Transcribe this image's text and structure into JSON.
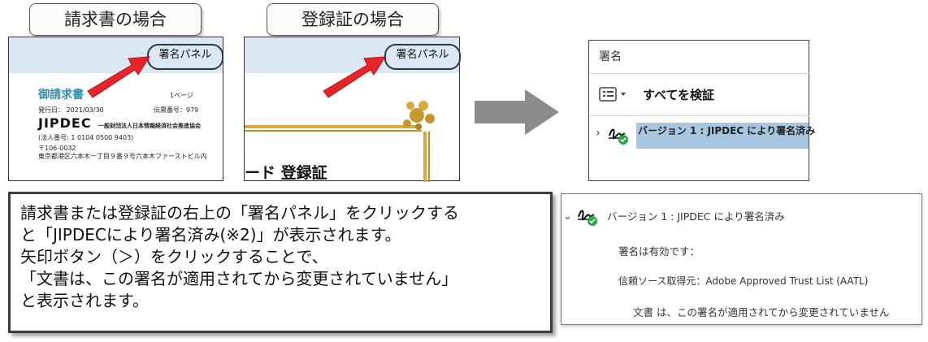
{
  "labels": {
    "invoice_case": "請求書の場合",
    "certificate_case": "登録証の場合"
  },
  "invoice": {
    "signature_panel": "署名パネル",
    "title": "御請求書",
    "page": "1ページ",
    "issue_date": "発行日： 2021/03/30",
    "slip_no": "伝票番号：979",
    "logo": "JIPDEC",
    "org_name": "一般財団法人日本情報経済社会推進協会",
    "corp_no": "(法人番号: 1 0104 0500 9403)",
    "postal": "〒106-0032",
    "address": "東京都港区六本木一丁目９番９号六本木ファーストビル内"
  },
  "certificate": {
    "signature_panel": "署名パネル",
    "title_text": "ード 登録証"
  },
  "acrobat": {
    "panel_title": "署名",
    "verify_all": "すべてを検証",
    "version_row": "バージョン 1 : JIPDEC により署名済み"
  },
  "callout": {
    "lines": [
      "請求書または登録証の右上の「署名パネル」をクリックする",
      "と「JIPDECにより署名済み(※2)」が表示されます。",
      "矢印ボタン（＞）をクリックすることで、",
      "「文書は、この署名が適用されてから変更されていません」",
      "と表示されます。"
    ]
  },
  "details": {
    "version_row": "バージョン 1 : JIPDEC により署名済み",
    "valid": "署名は有効です：",
    "trust_source": "信頼ソース取得元：Adobe Approved Trust List (AATL)",
    "unchanged": "文書 は、この署名が適用されてから変更されていません"
  },
  "colors": {
    "arrow_red": "#e8232a",
    "flow_arrow": "#8c8c8c",
    "selection": "#a9c6e0",
    "check_green": "#28a745",
    "header_blue": "#dbe8f3"
  }
}
